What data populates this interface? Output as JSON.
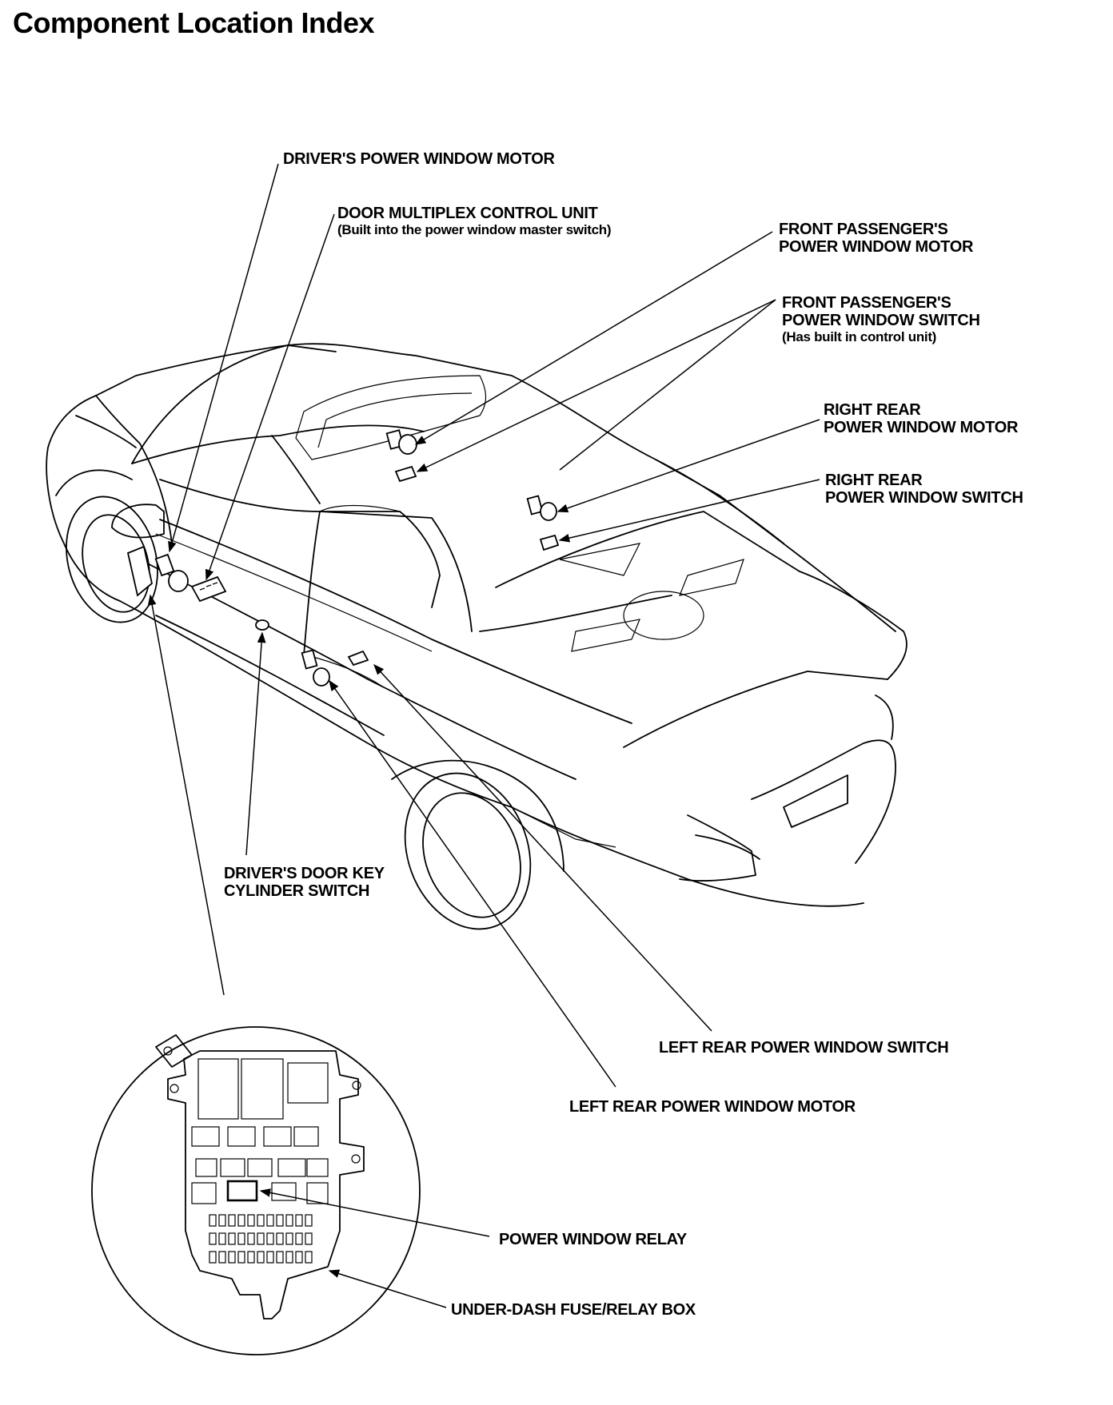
{
  "page": {
    "title": "Component Location Index"
  },
  "callouts": {
    "drivers_power_window_motor": {
      "lines": [
        "DRIVER'S POWER WINDOW MOTOR"
      ]
    },
    "door_multiplex_control_unit": {
      "lines": [
        "DOOR MULTIPLEX CONTROL UNIT"
      ],
      "sub": "(Built into the power window master switch)"
    },
    "front_passengers_power_window_motor": {
      "lines": [
        "FRONT PASSENGER'S",
        "POWER WINDOW MOTOR"
      ]
    },
    "front_passengers_power_window_switch": {
      "lines": [
        "FRONT PASSENGER'S",
        "POWER WINDOW SWITCH"
      ],
      "sub": "(Has built in control unit)"
    },
    "right_rear_power_window_motor": {
      "lines": [
        "RIGHT REAR",
        "POWER WINDOW MOTOR"
      ]
    },
    "right_rear_power_window_switch": {
      "lines": [
        "RIGHT REAR",
        "POWER WINDOW SWITCH"
      ]
    },
    "drivers_door_key_cylinder_switch": {
      "lines": [
        "DRIVER'S DOOR KEY",
        "CYLINDER SWITCH"
      ]
    },
    "left_rear_power_window_switch": {
      "lines": [
        "LEFT REAR POWER WINDOW SWITCH"
      ]
    },
    "left_rear_power_window_motor": {
      "lines": [
        "LEFT REAR POWER WINDOW MOTOR"
      ]
    },
    "power_window_relay": {
      "lines": [
        "POWER WINDOW RELAY"
      ]
    },
    "under_dash_fuse_relay_box": {
      "lines": [
        "UNDER-DASH FUSE/RELAY BOX"
      ]
    }
  }
}
